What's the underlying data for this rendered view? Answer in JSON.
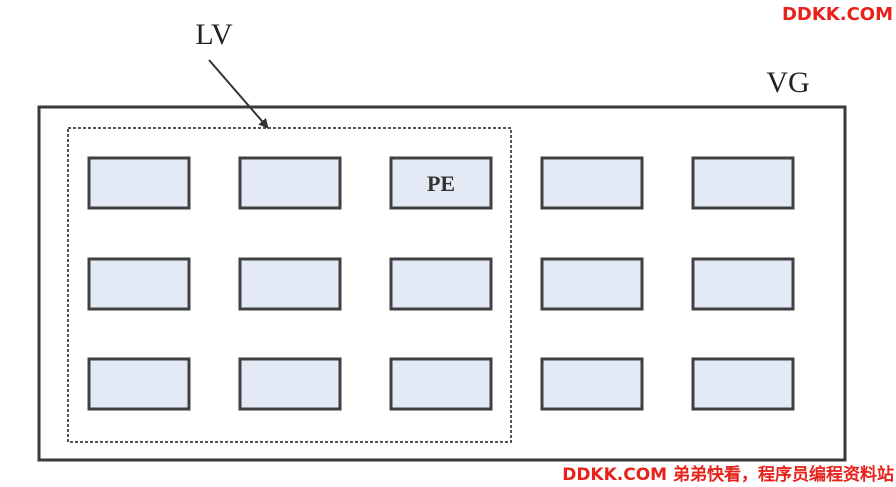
{
  "labels": {
    "lv": "LV",
    "vg": "VG",
    "pe": "PE"
  },
  "grid": {
    "rows": 3,
    "columns": 5,
    "lv_columns": 3,
    "labeled_cell": {
      "row": 0,
      "column": 2
    }
  },
  "colors": {
    "cell_fill": "#e4eaf5",
    "cell_border": "#404040",
    "vg_border": "#3a3a3a",
    "lv_border": "#555555",
    "watermark": "#e8211b"
  },
  "watermarks": {
    "top_right": "DDKK.COM",
    "bottom_right": "DDKK.COM 弟弟快看，程序员编程资料站"
  }
}
